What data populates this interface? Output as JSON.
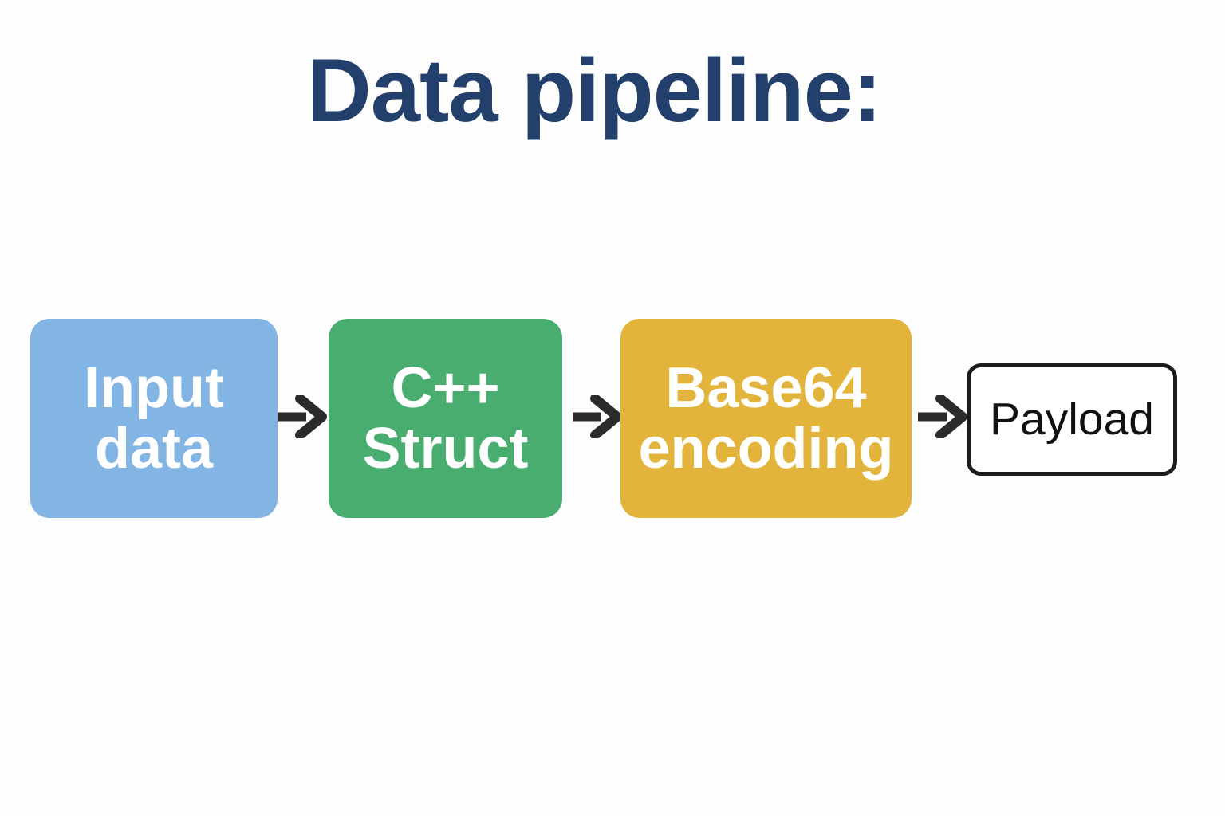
{
  "background_color": "#fdfdfd",
  "title": {
    "text": "Data pipeline:",
    "color": "#22406b"
  },
  "pipeline": {
    "nodes": [
      {
        "id": "input-data",
        "label": "Input\ndata",
        "fill": "#82b4e4",
        "text_color": "#ffffff",
        "shape": "rounded-rectangle"
      },
      {
        "id": "cpp-struct",
        "label": "C++\nStruct",
        "fill": "#48ad6f",
        "text_color": "#ffffff",
        "shape": "rounded-rectangle"
      },
      {
        "id": "base64-encoding",
        "label": "Base64\nencoding",
        "fill": "#e3b43c",
        "text_color": "#ffffff",
        "shape": "rounded-rectangle"
      },
      {
        "id": "payload",
        "label": "Payload",
        "fill": "#ffffff",
        "text_color": "#111111",
        "border_color": "#1c1c1c",
        "shape": "rounded-rectangle-outlined"
      }
    ],
    "connectors": [
      {
        "id": "arrow-1",
        "from": "input-data",
        "to": "cpp-struct",
        "color": "#2b2b2b",
        "style": "solid-arrow-right"
      },
      {
        "id": "arrow-2",
        "from": "cpp-struct",
        "to": "base64-encoding",
        "color": "#2b2b2b",
        "style": "solid-arrow-right"
      },
      {
        "id": "arrow-3",
        "from": "base64-encoding",
        "to": "payload",
        "color": "#2b2b2b",
        "style": "solid-arrow-right"
      }
    ]
  }
}
